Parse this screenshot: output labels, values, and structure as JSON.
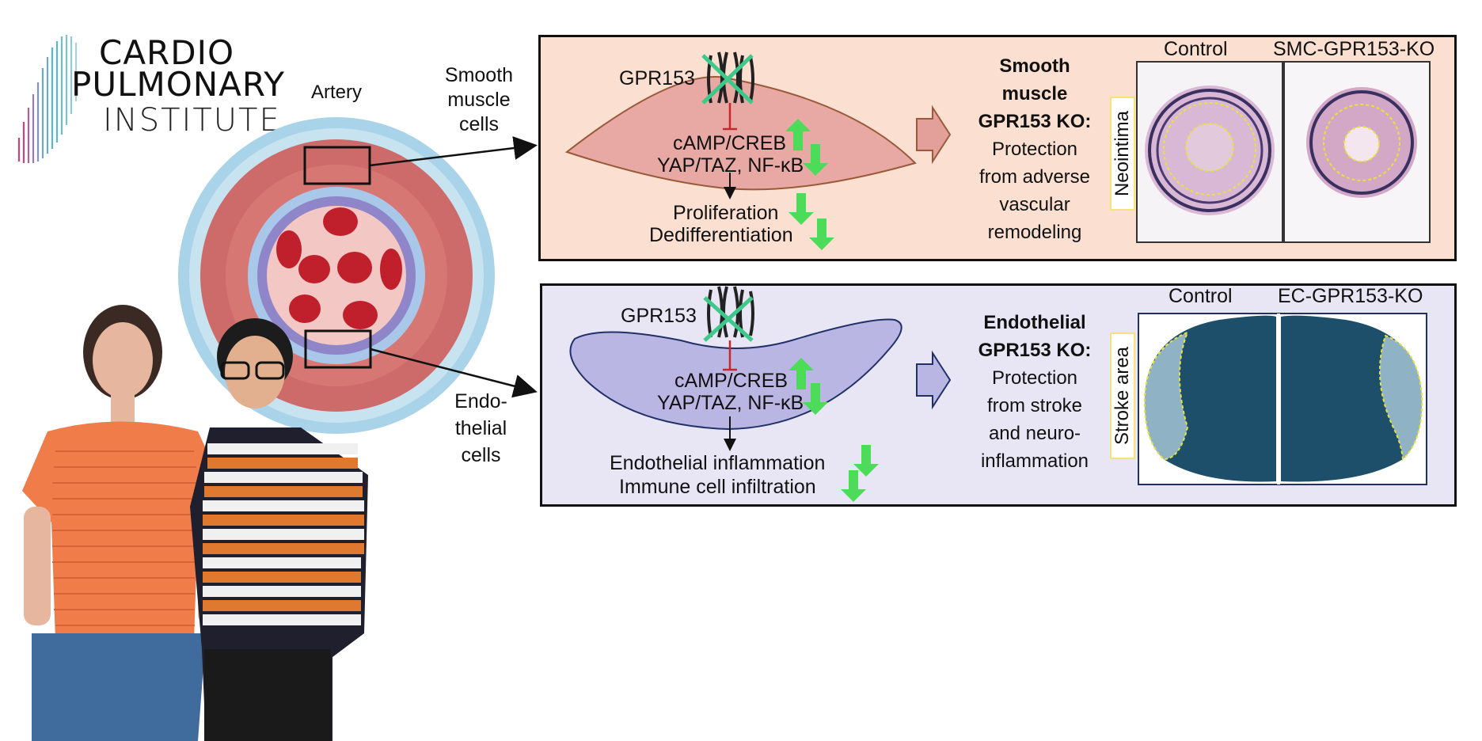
{
  "logo": {
    "line1": "CARDIO",
    "line2": "PULMONARY",
    "line3": "INSTITUTE"
  },
  "artery": {
    "label": "Artery"
  },
  "cell_types": {
    "smooth_muscle": "Smooth muscle cells",
    "smooth_lines": [
      "Smooth",
      "muscle",
      "cells"
    ],
    "endothelial_lines": [
      "Endo-",
      "thelial",
      "cells"
    ]
  },
  "smc_panel": {
    "receptor": "GPR153",
    "pathway1": "cAMP/CREB",
    "pathway2": "YAP/TAZ, NF-κB",
    "effect1": "Proliferation",
    "effect2": "Dedifferentiation",
    "outcome_bold": [
      "Smooth",
      "muscle",
      "GPR153 KO:"
    ],
    "outcome_lines": [
      "Protection",
      "from adverse",
      "vascular",
      "remodeling"
    ],
    "image_label": "Neointima",
    "control_title": "Control",
    "ko_title": "SMC-GPR153-KO"
  },
  "ec_panel": {
    "receptor": "GPR153",
    "pathway1": "cAMP/CREB",
    "pathway2": "YAP/TAZ, NF-κB",
    "effect1": "Endothelial inflammation",
    "effect2": "Immune cell infiltration",
    "outcome_bold": [
      "Endothelial",
      "GPR153 KO:"
    ],
    "outcome_lines": [
      "Protection",
      "from stroke",
      "and neuro-",
      "inflammation"
    ],
    "image_label": "Stroke area",
    "control_title": "Control",
    "ko_title": "EC-GPR153-KO"
  },
  "colors": {
    "smc_panel_bg": "#fbe0d2",
    "ec_panel_bg": "#e8e6f5",
    "smc_cell": "#e8a8a4",
    "ec_cell": "#bab6e4",
    "arrow_down_up": "#4ddc5a",
    "cross": "#3ec98a",
    "dashed_outline": "#e7e23a"
  }
}
